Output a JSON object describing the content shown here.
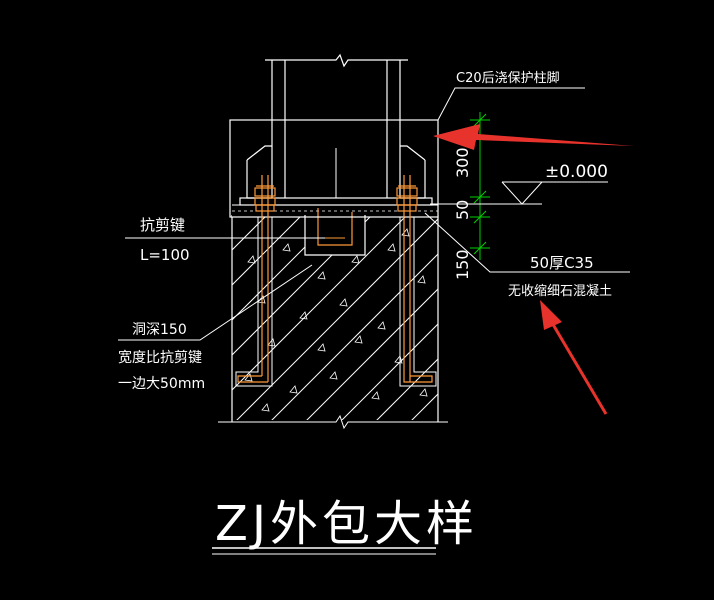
{
  "drawing": {
    "title": "ZJ外包大样",
    "labels": {
      "c20_label": "C20后浇保护柱脚",
      "elevation": "±0.000",
      "shear_key": "抗剪键",
      "shear_key_length": "L=100",
      "hole_line1": "洞深150",
      "hole_line2": "宽度比抗剪键",
      "hole_line3": "一边大50mm",
      "grout_line1": "50厚C35",
      "grout_line2": "无收缩细石混凝土"
    },
    "dimensions": {
      "d300": "300",
      "d50": "50",
      "d150": "150"
    }
  },
  "colors": {
    "background": "#000000",
    "lines": "#ffffff",
    "dimension": "#00d000",
    "bolts": "#ff9a3a",
    "arrows": "#e8332c"
  }
}
